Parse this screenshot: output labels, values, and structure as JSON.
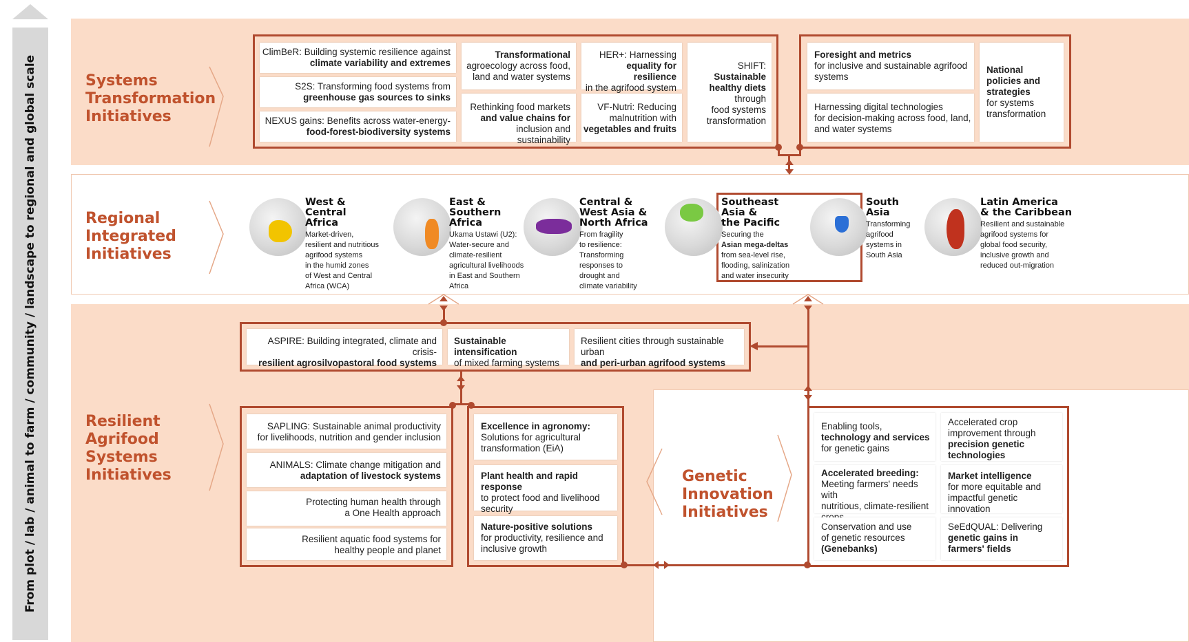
{
  "scale_axis": "From plot / lab / animal to farm / community / landscape to regional and global scale",
  "bands": {
    "systems": {
      "title": [
        "Systems",
        "Transformation",
        "Initiatives"
      ],
      "cards": {
        "climber": [
          "ClimBeR: Building systemic resilience against",
          "climate variability and extremes"
        ],
        "s2s": [
          "S2S: Transforming food systems from",
          "greenhouse gas sources to sinks"
        ],
        "nexus": [
          "NEXUS gains: Benefits across water-energy-",
          "food-forest-biodiversity systems"
        ],
        "agroecology": [
          "Transformational",
          "agroecology across food,",
          "land and water systems"
        ],
        "markets": [
          "Rethinking food markets",
          "and value chains for",
          "inclusion and sustainability"
        ],
        "her": [
          "HER+: Harnessing",
          "equality for resilience",
          "in the agrifood system"
        ],
        "vfnutri": [
          "VF-Nutri: Reducing",
          "malnutrition with",
          "vegetables and fruits"
        ],
        "shift": [
          "SHIFT:",
          "Sustainable",
          "healthy diets",
          "through",
          "food systems",
          "transformation"
        ],
        "foresight": [
          "Foresight and metrics",
          "for inclusive and sustainable agrifood",
          "systems"
        ],
        "digital": [
          "Harnessing digital technologies",
          "for decision-making across food, land,",
          "and water systems"
        ],
        "national": [
          "National",
          "policies and",
          "strategies",
          "for systems",
          "transformation"
        ]
      }
    },
    "regional": {
      "title": [
        "Regional",
        "Integrated",
        "Initiatives"
      ],
      "regions": [
        {
          "head": [
            "West &",
            "Central",
            "Africa"
          ],
          "body": [
            "Market-driven,",
            "resilient and nutritious",
            "agrifood systems",
            "in the humid zones",
            "of West and Central",
            "Africa (WCA)"
          ],
          "color": "#f2c400"
        },
        {
          "head": [
            "East &",
            "Southern",
            "Africa"
          ],
          "body": [
            "Ukama Ustawi (U2):",
            "Water-secure and",
            "climate-resilient",
            "agricultural livelihoods",
            "in East and Southern",
            "Africa"
          ],
          "color": "#f08a24"
        },
        {
          "head": [
            "Central &",
            "West Asia &",
            "North Africa"
          ],
          "body": [
            "From fragility",
            "to resilience:",
            "Transforming",
            "responses to",
            "drought and",
            "climate variability"
          ],
          "color": "#7b2d9b"
        },
        {
          "head": [
            "Southeast",
            "Asia &",
            "the Pacific"
          ],
          "body": [
            "Securing the",
            "Asian mega-deltas",
            "from sea-level rise,",
            "flooding, salinization",
            "and water insecurity"
          ],
          "color": "#7ac943"
        },
        {
          "head": [
            "South",
            "Asia"
          ],
          "body": [
            "Transforming",
            "agrifood",
            "systems in",
            "South Asia"
          ],
          "color": "#2b6fd6"
        },
        {
          "head": [
            "Latin America",
            "& the Caribbean"
          ],
          "body": [
            "Resilient and sustainable",
            "agrifood systems for",
            "global food security,",
            "inclusive growth and",
            "reduced out-migration"
          ],
          "color": "#c0321e"
        }
      ]
    },
    "resilient": {
      "title": [
        "Resilient",
        "Agrifood",
        "Systems",
        "Initiatives"
      ],
      "cards": {
        "aspire": [
          "ASPIRE: Building integrated, climate and crisis-",
          "resilient agrosilvopastoral food systems"
        ],
        "intensification": [
          "Sustainable intensification",
          "of mixed farming systems"
        ],
        "cities": [
          "Resilient cities through sustainable urban",
          "and peri-urban agrifood systems"
        ],
        "sapling": [
          "SAPLING: Sustainable animal productivity",
          "for livelihoods, nutrition and gender inclusion"
        ],
        "animals": [
          "ANIMALS: Climate change mitigation and",
          "adaptation of livestock systems"
        ],
        "onehealth": [
          "Protecting human health through",
          "a One Health approach"
        ],
        "aquatic": [
          "Resilient aquatic food systems for",
          "healthy people and planet"
        ],
        "eia": [
          "Excellence in agronomy:",
          "Solutions for agricultural",
          "transformation (EiA)"
        ],
        "planthealth": [
          "Plant health and rapid response",
          "to protect food and livelihood",
          "security"
        ],
        "nature": [
          "Nature-positive solutions",
          "for productivity, resilience and",
          "inclusive growth"
        ]
      }
    },
    "genetic": {
      "title": [
        "Genetic",
        "Innovation",
        "Initiatives"
      ],
      "cards": {
        "tools": [
          "Enabling tools,",
          "technology and services",
          "for genetic gains"
        ],
        "breeding": [
          "Accelerated breeding:",
          "Meeting farmers' needs with",
          "nutritious, climate-resilient",
          "crops"
        ],
        "genebanks": [
          "Conservation and use",
          "of genetic resources",
          "(Genebanks)"
        ],
        "crop": [
          "Accelerated crop",
          "improvement through",
          "precision genetic",
          "technologies"
        ],
        "market": [
          "Market intelligence",
          "for more equitable and",
          "impactful genetic innovation"
        ],
        "seedqual": [
          "SeEdQUAL: Delivering",
          "genetic gains in",
          "farmers' fields"
        ]
      }
    }
  },
  "colors": {
    "accent": "#b04a2f",
    "title": "#c0522d",
    "peach": "#fbdcc8",
    "axis": "#d8d8d8"
  }
}
